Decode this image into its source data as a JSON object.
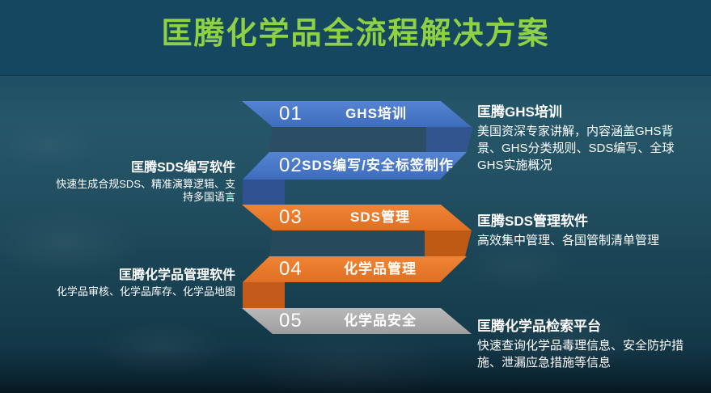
{
  "header": {
    "title": "匡腾化学品全流程解决方案",
    "title_color": "#8ed143",
    "background_color": "#164760"
  },
  "steps": [
    {
      "number": "01",
      "label": "GHS培训",
      "banner_color": "#4576c8",
      "detail": {
        "side": "right",
        "title": "匡腾GHS培训",
        "description": "美国资深专家讲解，内容涵盖GHS背景、GHS分类规则、SDS编写、全球GHS实施概况"
      }
    },
    {
      "number": "02",
      "label": "SDS编写/安全标签制作",
      "banner_color": "#4576c8",
      "detail": {
        "side": "left",
        "title": "匡腾SDS编写软件",
        "description": "快速生成合规SDS、精准演算逻辑、支持多国语言"
      }
    },
    {
      "number": "03",
      "label": "SDS管理",
      "banner_color": "#e9792c",
      "detail": {
        "side": "right",
        "title": "匡腾SDS管理软件",
        "description": "高效集中管理、各国管制清单管理"
      }
    },
    {
      "number": "04",
      "label": "化学品管理",
      "banner_color": "#e9792c",
      "detail": {
        "side": "left",
        "title": "匡腾化学品管理软件",
        "description": "化学品审核、化学品库存、化学品地图"
      }
    },
    {
      "number": "05",
      "label": "化学品安全",
      "banner_color": "#acacac",
      "detail": {
        "side": "right",
        "title": "匡腾化学品检索平台",
        "description": "快速查询化学品毒理信息、安全防护措施、泄漏应急措施等信息"
      }
    }
  ],
  "colors": {
    "background_teal": "#1b4556",
    "banner_blue": "#4576c8",
    "banner_orange": "#e9792c",
    "banner_gray": "#acacac",
    "fold_navy": "#32558f",
    "fold_dark_orange": "#bf5a15",
    "text": "#ffffff"
  }
}
